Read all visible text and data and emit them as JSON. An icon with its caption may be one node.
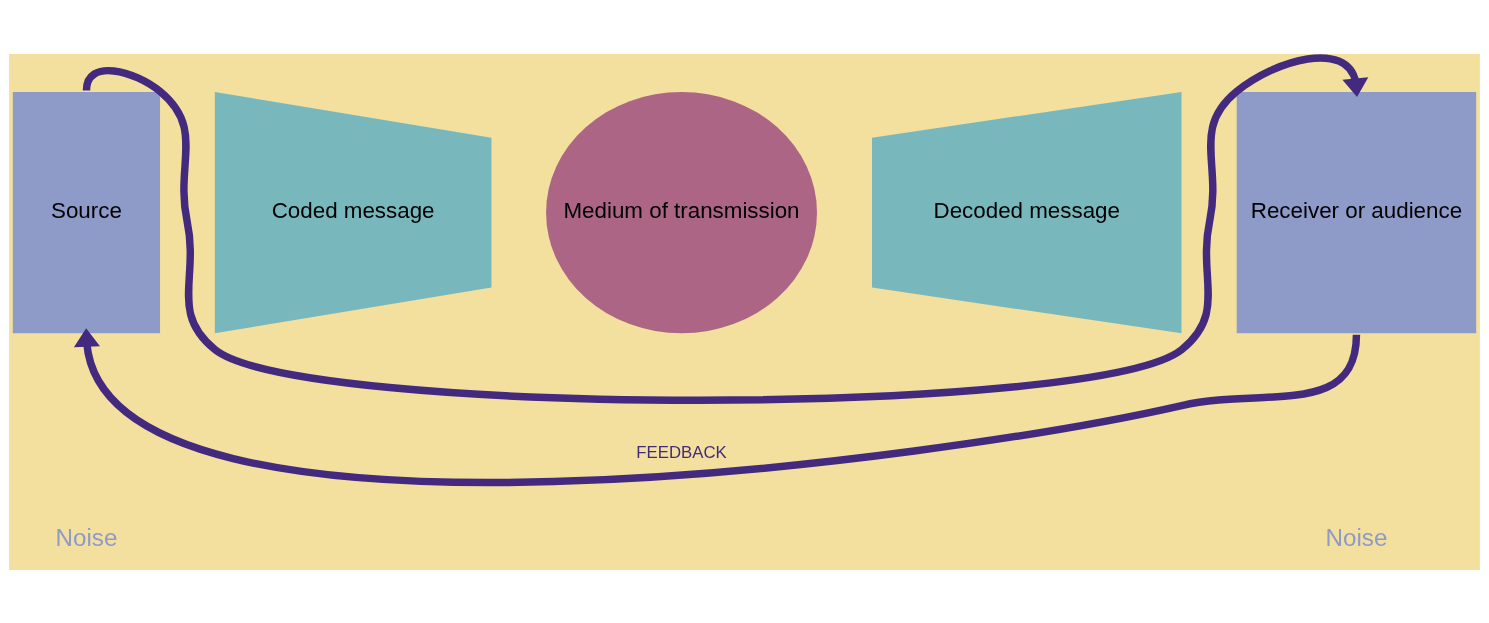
{
  "diagram": {
    "nodes": [
      {
        "text": [
          "Source"
        ]
      },
      {
        "text": [
          "Coded message"
        ]
      },
      {
        "text": [
          "Medium of transmission"
        ]
      },
      {
        "text": [
          "Decoded message"
        ]
      },
      {
        "text": [
          "Receiver or audience"
        ]
      }
    ],
    "edges": [
      {
        "from": 0,
        "to": 4,
        "arrow": "to"
      },
      {
        "from": 4,
        "to": 0,
        "arrow": "to",
        "label": "FEEDBACK"
      }
    ],
    "labels": [
      "Noise",
      "Noise"
    ]
  }
}
